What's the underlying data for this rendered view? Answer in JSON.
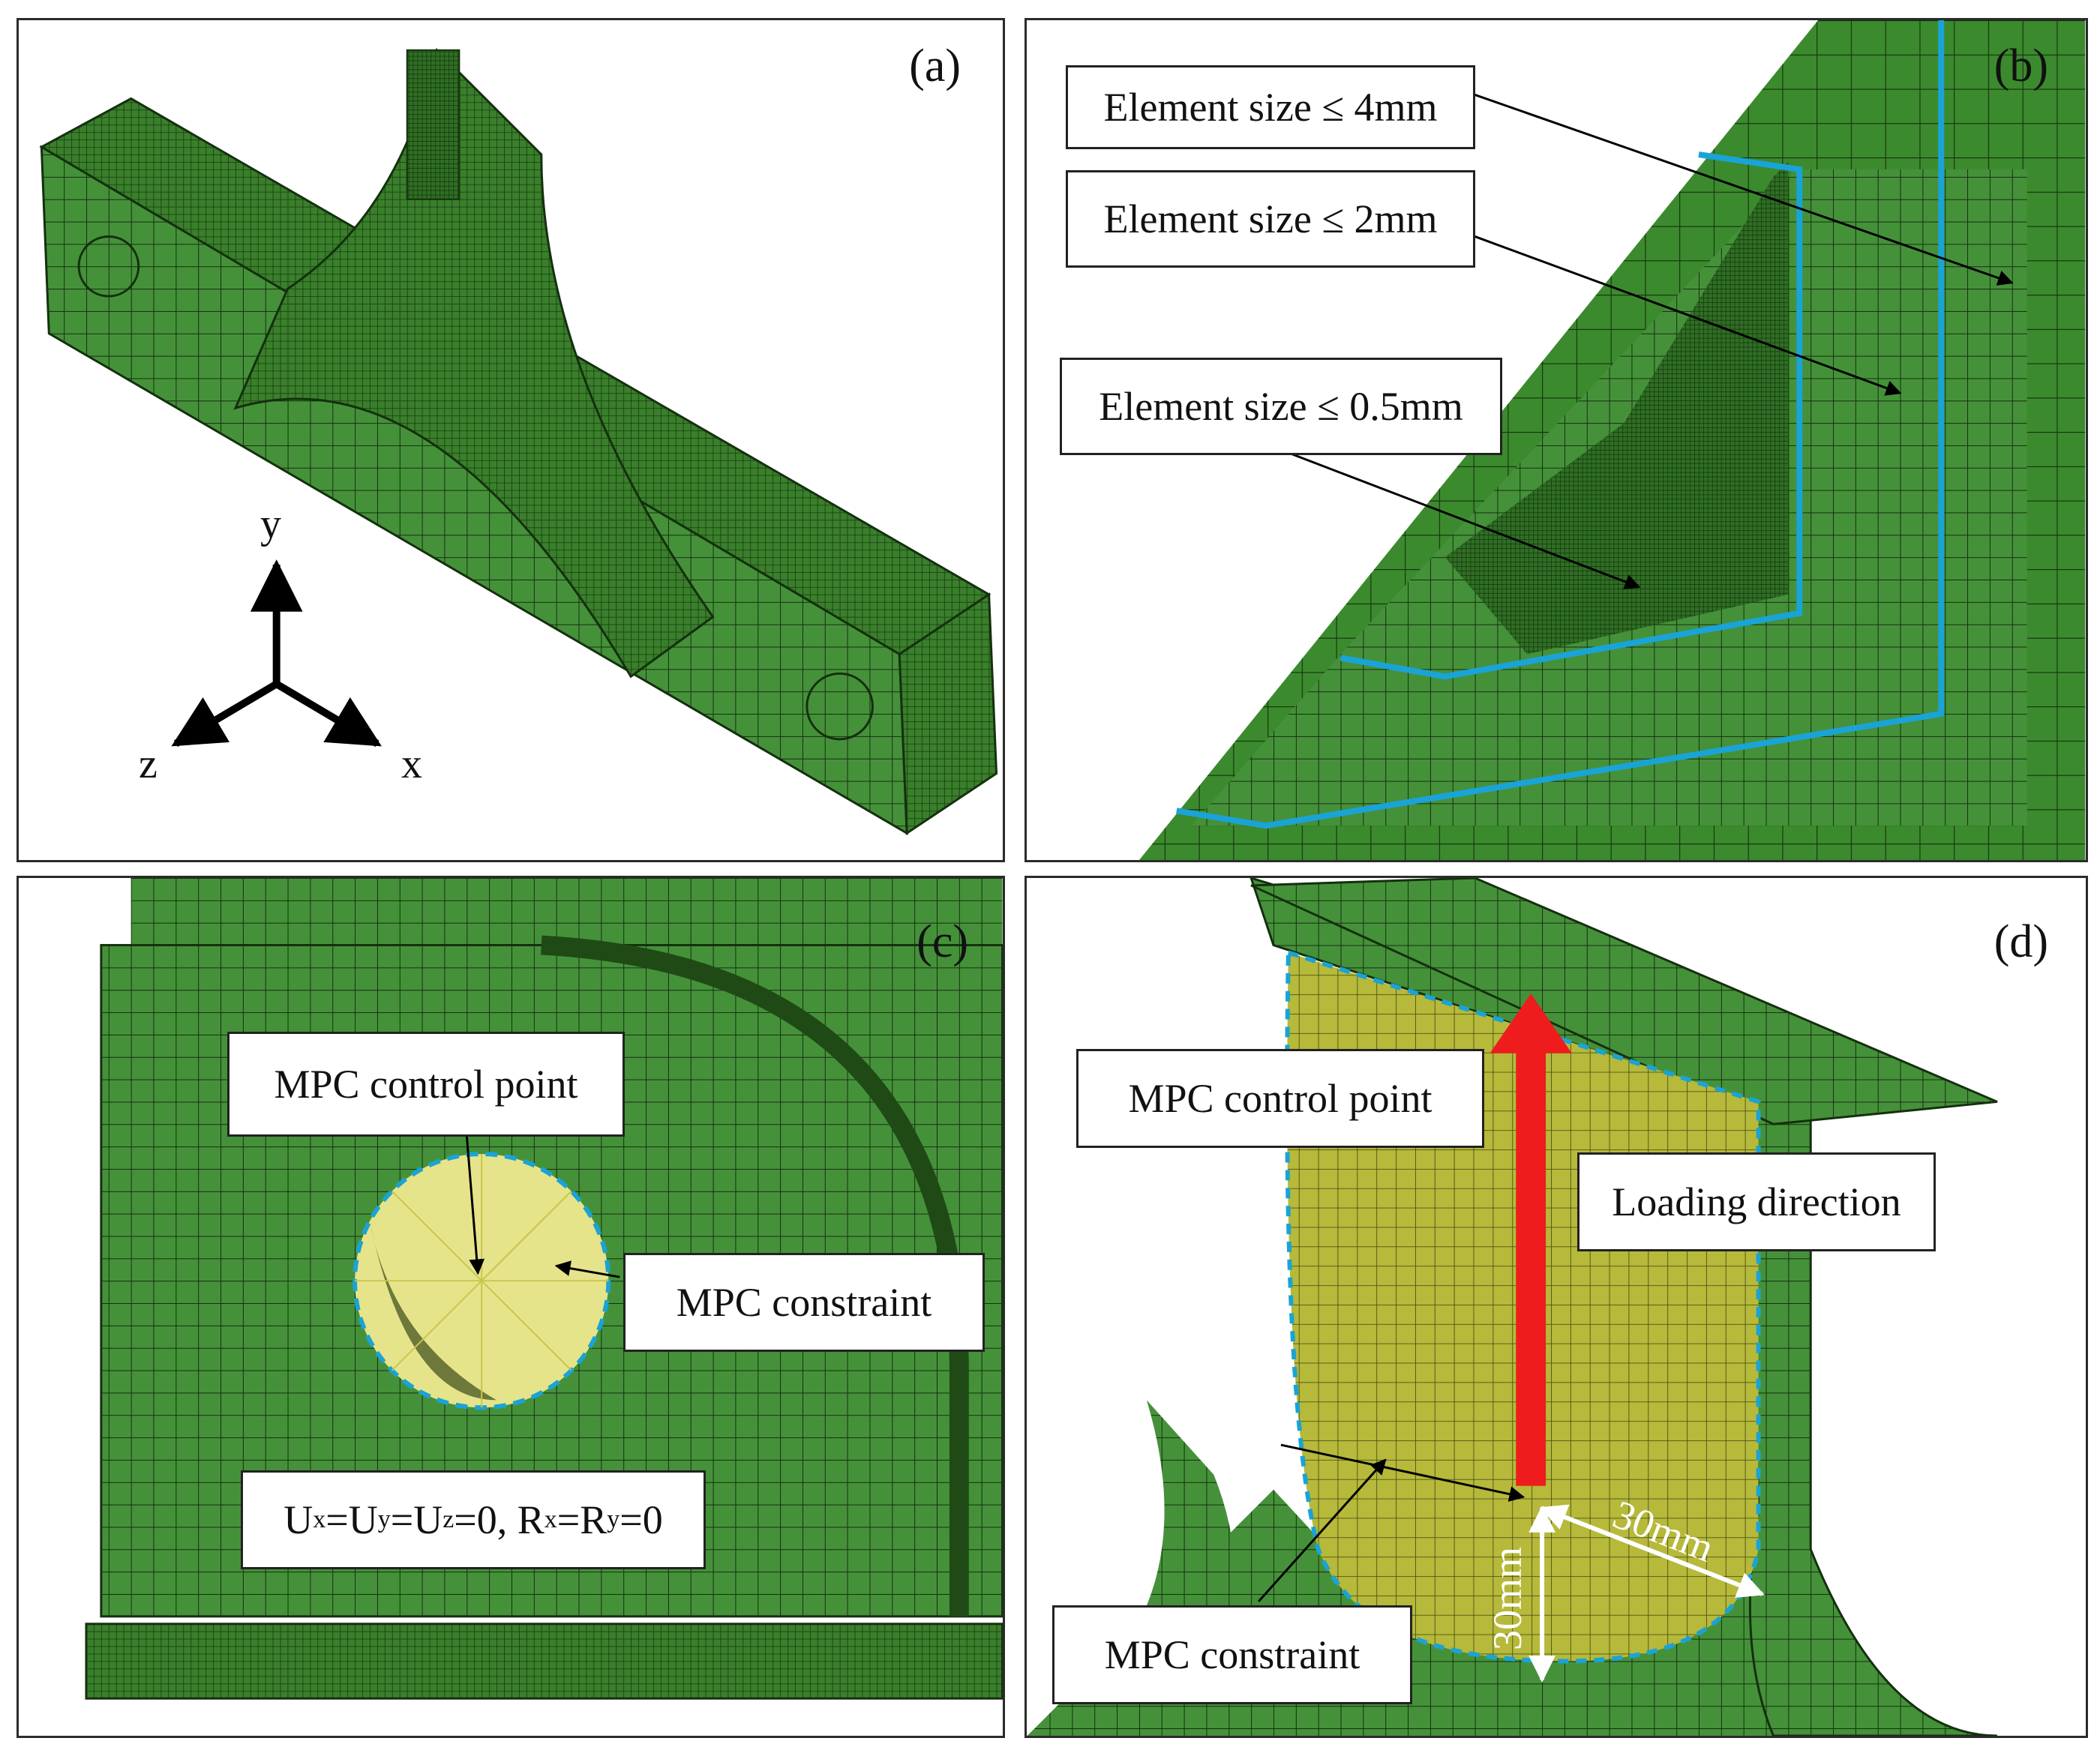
{
  "panels": {
    "a": {
      "label": "(a)",
      "axes": {
        "y": "y",
        "z": "z",
        "x": "x"
      }
    },
    "b": {
      "label": "(b)",
      "callouts": [
        "Element size ≤ 4mm",
        "Element size ≤ 2mm",
        "Element size ≤ 0.5mm"
      ]
    },
    "c": {
      "label": "(c)",
      "control_point": "MPC control point",
      "constraint": "MPC constraint",
      "boundary": {
        "u": "U",
        "sx": "x",
        "sy": "y",
        "sz": "z",
        "eq0": "=0, ",
        "r": "R",
        "eq": "=",
        "zero": "=0"
      }
    },
    "d": {
      "label": "(d)",
      "control_point": "MPC control point",
      "loading": "Loading direction",
      "constraint": "MPC constraint",
      "dim_h": "30mm",
      "dim_v": "30mm"
    }
  },
  "colors": {
    "mesh_green": "#3f8a2f",
    "mesh_dark": "#2e6d20",
    "mesh_line": "#14300e",
    "region_blue": "#1aa3d6",
    "mpc_yellow": "#e8e27a",
    "load_red": "#ee1c1c"
  }
}
